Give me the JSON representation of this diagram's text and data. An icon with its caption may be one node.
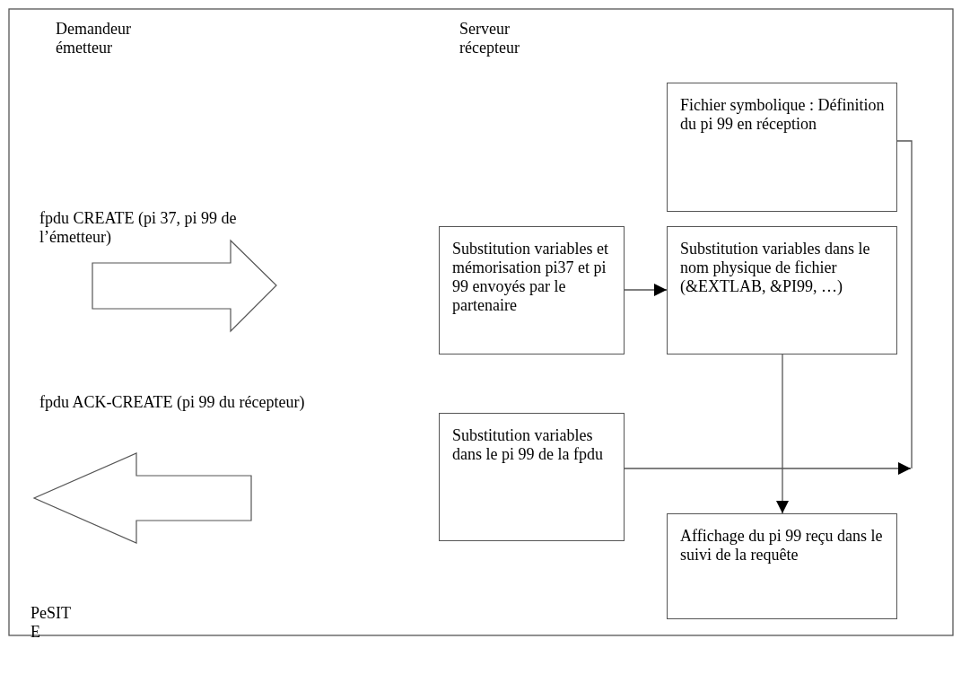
{
  "diagram": {
    "nodes": [
      {
        "text": [
          "Fichier symbolique : Définition du pi 99 en réception"
        ]
      },
      {
        "text": [
          "Substitution variables et mémorisation pi37 et pi 99 envoyés par le partenaire"
        ]
      },
      {
        "text": [
          "Substitution variables dans le nom physique de fichier (&EXTLAB, &PI99, …)"
        ]
      },
      {
        "text": [
          "Substitution variables dans le pi 99 de la fpdu"
        ]
      },
      {
        "text": [
          "Affichage du pi 99 reçu dans le suivi de la requête"
        ]
      }
    ],
    "edges": [
      {
        "from": 1,
        "to": 2,
        "arrow": "to"
      },
      {
        "from": 2,
        "to": 4,
        "arrow": "to"
      },
      {
        "from": 3,
        "to": null,
        "arrow": "to"
      },
      {
        "from": 0,
        "to": null,
        "arrow": "none"
      }
    ],
    "labels": [
      "Demandeur émetteur",
      "Serveur récepteur",
      "fpdu CREATE (pi 37, pi 99 de l’émetteur)",
      "fpdu ACK-CREATE (pi 99 du récepteur)",
      "PeSIT E"
    ]
  }
}
